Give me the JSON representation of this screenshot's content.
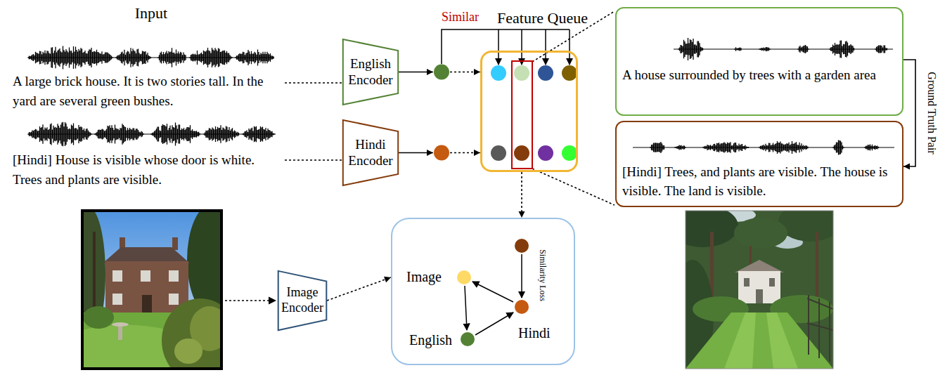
{
  "diagram": {
    "nodes": [
      {
        "text": [
          "English Encoder"
        ]
      },
      {
        "text": [
          "Hindi Encoder"
        ]
      },
      {
        "text": [
          "Feature Queue"
        ]
      },
      {
        "text": [
          "A house surrounded by trees with a garden area"
        ]
      },
      {
        "text": [
          "[Hindi] Trees, and plants are visible. The house is visible. The land is visible."
        ]
      },
      {
        "text": [
          "Image Encoder"
        ]
      },
      {
        "text": [
          "Image",
          "Similarity Loss",
          "Hindi",
          "English"
        ]
      }
    ],
    "edges": [
      {
        "from": 0,
        "to": 2,
        "arrow": "to"
      },
      {
        "from": 1,
        "to": 2,
        "arrow": "to"
      },
      {
        "from": 3,
        "to": 4,
        "label": "Ground Truth Pair",
        "arrow": "to"
      },
      {
        "from": 2,
        "to": 6,
        "arrow": "to"
      },
      {
        "from": 5,
        "to": 6,
        "arrow": "to"
      }
    ],
    "labels": [
      "Input",
      "A large brick house. It is two stories tall. In the yard are several green bushes.",
      "[Hindi] House is visible whose door is white. Trees and plants are visible.",
      "Similar"
    ]
  }
}
